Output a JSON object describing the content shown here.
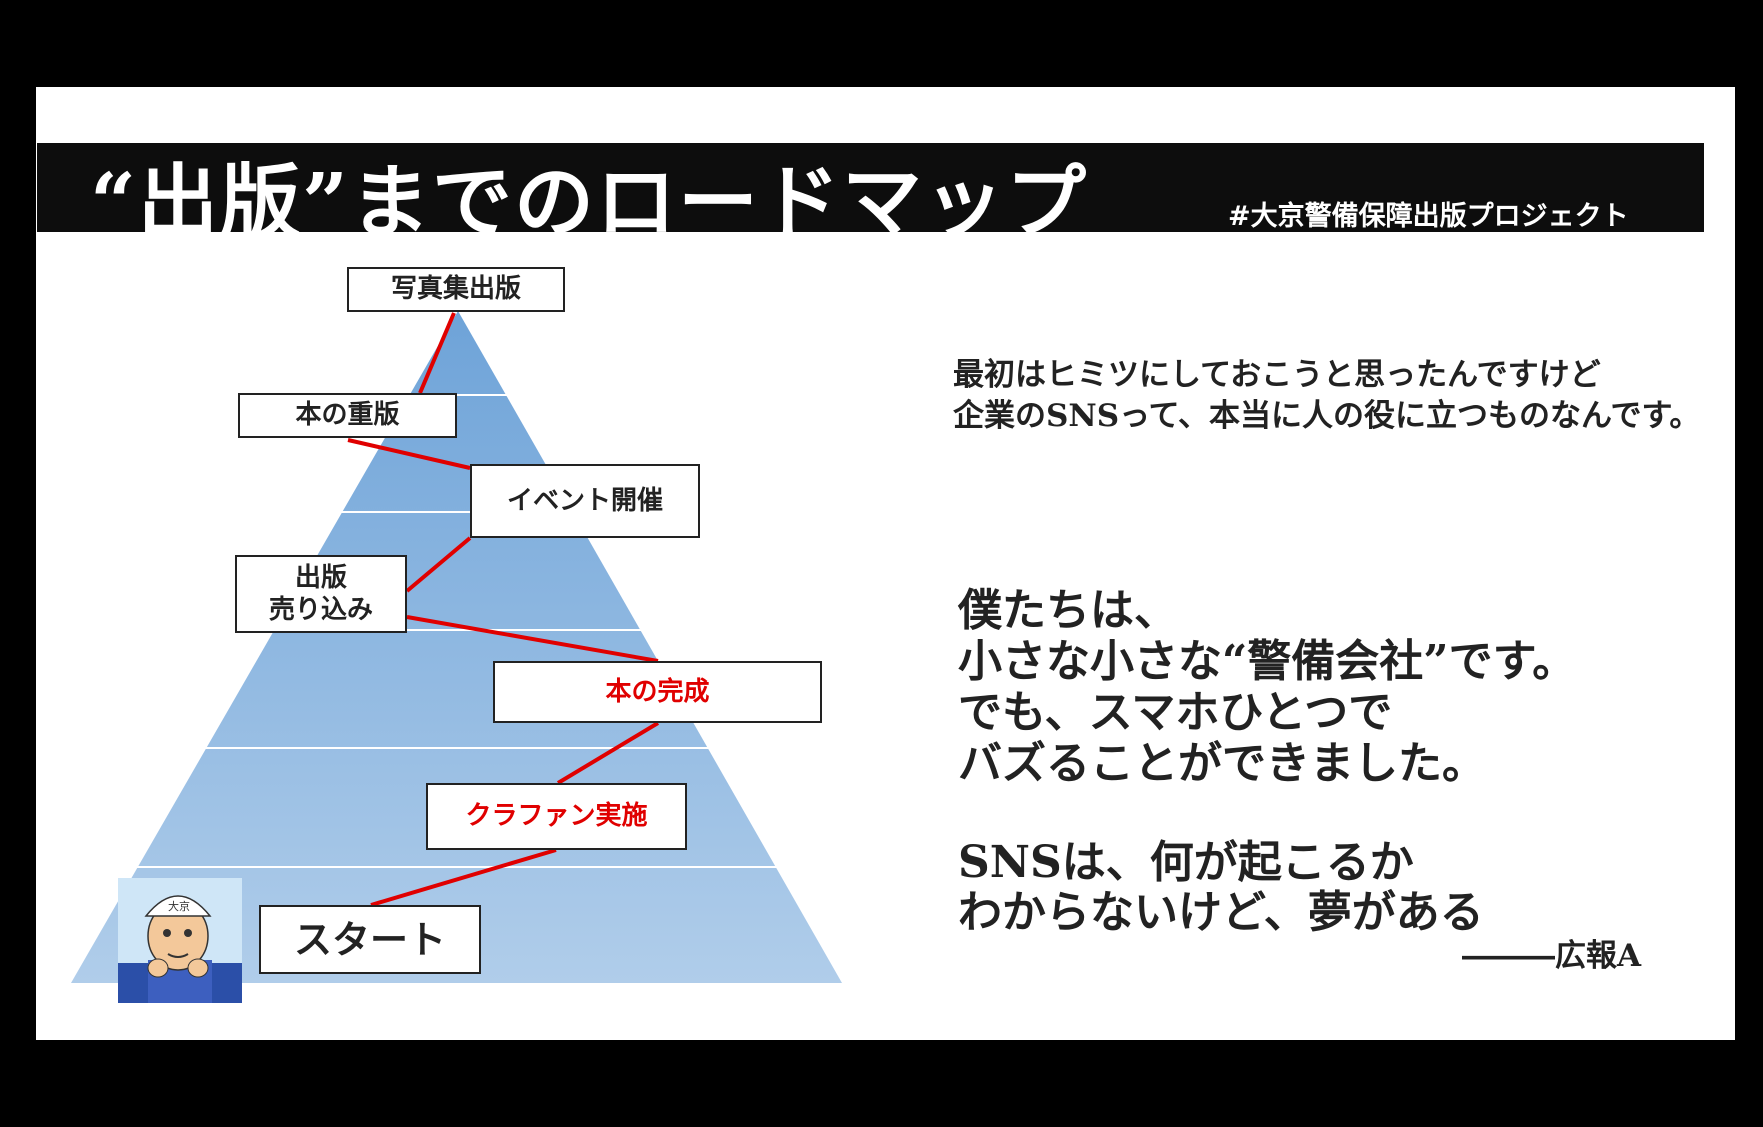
{
  "header": {
    "title": "“出版”までのロードマップ",
    "hashtag": "#大京警備保障出版プロジェクト"
  },
  "roadmap": {
    "steps": [
      {
        "label": "写真集出版",
        "highlight": false
      },
      {
        "label": "本の重版",
        "highlight": false
      },
      {
        "label": "イベント開催",
        "highlight": false
      },
      {
        "label": "出版\n売り込み",
        "highlight": false
      },
      {
        "label": "本の完成",
        "highlight": true
      },
      {
        "label": "クラファン実施",
        "highlight": true
      },
      {
        "label": "スタート",
        "highlight": false
      }
    ],
    "colors": {
      "pyramid_top": "#6ea3d8",
      "pyramid_bottom": "#aecbe9",
      "connector": "#e00000",
      "highlight_text": "#e00000"
    }
  },
  "mascot": {
    "helmet_text": "大京"
  },
  "body": {
    "intro": [
      "最初はヒミツにしておこうと思ったんですけど",
      "企業のSNSって、本当に人の役に立つものなんです。"
    ],
    "message": [
      "僕たちは、",
      "小さな小さな“警備会社”です。",
      "でも、スマホひとつで",
      "バズることができました。"
    ],
    "closing": [
      "SNSは、何が起こるか",
      "わからないけど、夢がある"
    ],
    "signature": "―――広報A"
  }
}
